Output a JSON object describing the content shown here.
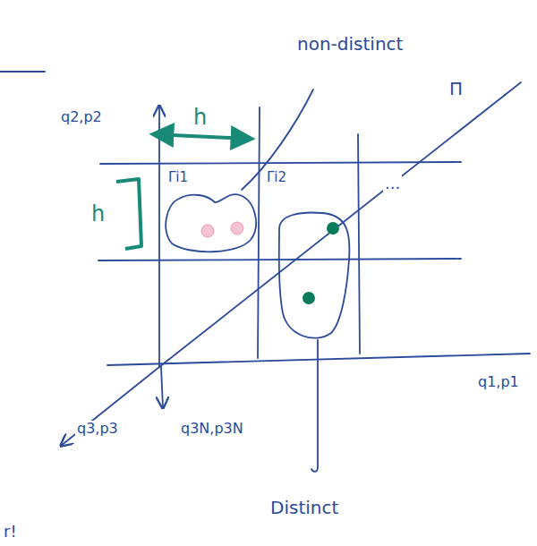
{
  "diagram": {
    "labels": [
      "non-distinct",
      "Π",
      "q2,p2",
      "h",
      "h",
      "Γi1",
      "Γi2",
      "...",
      "q1,p1",
      "q3,p3",
      "q3N,p3N",
      "Distinct",
      "r!"
    ]
  }
}
